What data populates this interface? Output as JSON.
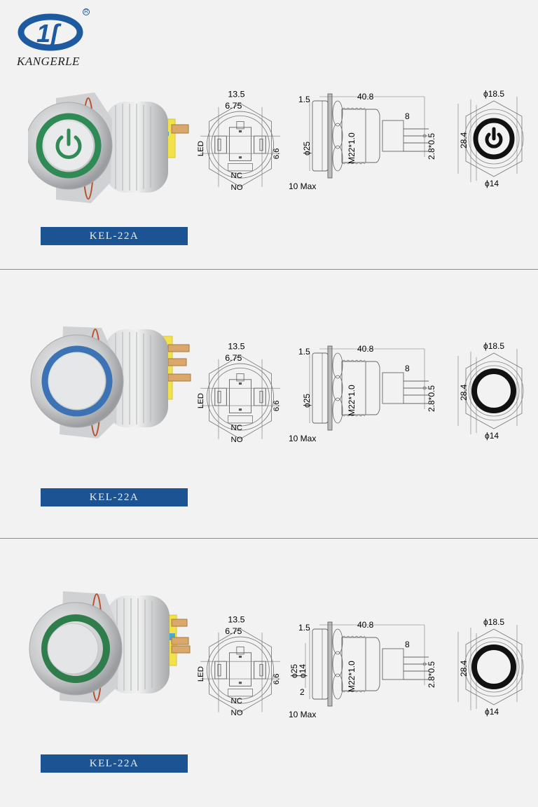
{
  "brand": {
    "name": "KANGERLE",
    "registered_mark": "R",
    "logo_icon": "kangerle-logo-icon",
    "colors": {
      "logo_blue": "#1e5aa0",
      "label_bar": "#1c5493",
      "background": "#f2f2f2"
    }
  },
  "products": [
    {
      "model_label": "KEL-22A",
      "ring_color": "#2f8a55",
      "head_style": "flat with power symbol",
      "icon": "power-symbol",
      "front_view": {
        "width_outer": "13.5",
        "width_inner": "6.75",
        "height": "6.6",
        "labels": [
          "LED",
          "NC",
          "NO"
        ]
      },
      "side_view": {
        "length": "40.8",
        "flange": "1.5",
        "diameter": "ϕ25",
        "thread": "M22*1.0",
        "terminal": "8",
        "terminal_size": "2.8*0.5",
        "panel": "10 Max"
      },
      "top_view": {
        "outer_diameter": "ϕ18.5",
        "hex_height": "28.4",
        "inner_diameter": "ϕ14",
        "symbol": "power"
      }
    },
    {
      "model_label": "KEL-22A",
      "ring_color": "#3b73b5",
      "head_style": "flat ring",
      "icon": "ring",
      "front_view": {
        "width_outer": "13.5",
        "width_inner": "6.75",
        "height": "6.6",
        "labels": [
          "LED",
          "NC",
          "NO"
        ]
      },
      "side_view": {
        "length": "40.8",
        "flange": "1.5",
        "diameter": "ϕ25",
        "thread": "M22*1.0",
        "terminal": "8",
        "terminal_size": "2.8*0.5",
        "panel": "10 Max"
      },
      "top_view": {
        "outer_diameter": "ϕ18.5",
        "hex_height": "28.4",
        "inner_diameter": "ϕ14",
        "symbol": "ring"
      }
    },
    {
      "model_label": "KEL-22A",
      "ring_color": "#2e7d4a",
      "head_style": "high head ring",
      "icon": "ring",
      "front_view": {
        "width_outer": "13.5",
        "width_inner": "6.75",
        "height": "6.6",
        "labels": [
          "LED",
          "NC",
          "NO"
        ]
      },
      "side_view": {
        "length": "40.8",
        "flange": "1.5",
        "diameter": "ϕ25",
        "inner_diameter": "ϕ14",
        "head_height": "2",
        "thread": "M22*1.0",
        "terminal": "8",
        "terminal_size": "2.8*0.5",
        "panel": "10 Max"
      },
      "top_view": {
        "outer_diameter": "ϕ18.5",
        "hex_height": "28.4",
        "inner_diameter": "ϕ14",
        "symbol": "ring"
      }
    }
  ]
}
